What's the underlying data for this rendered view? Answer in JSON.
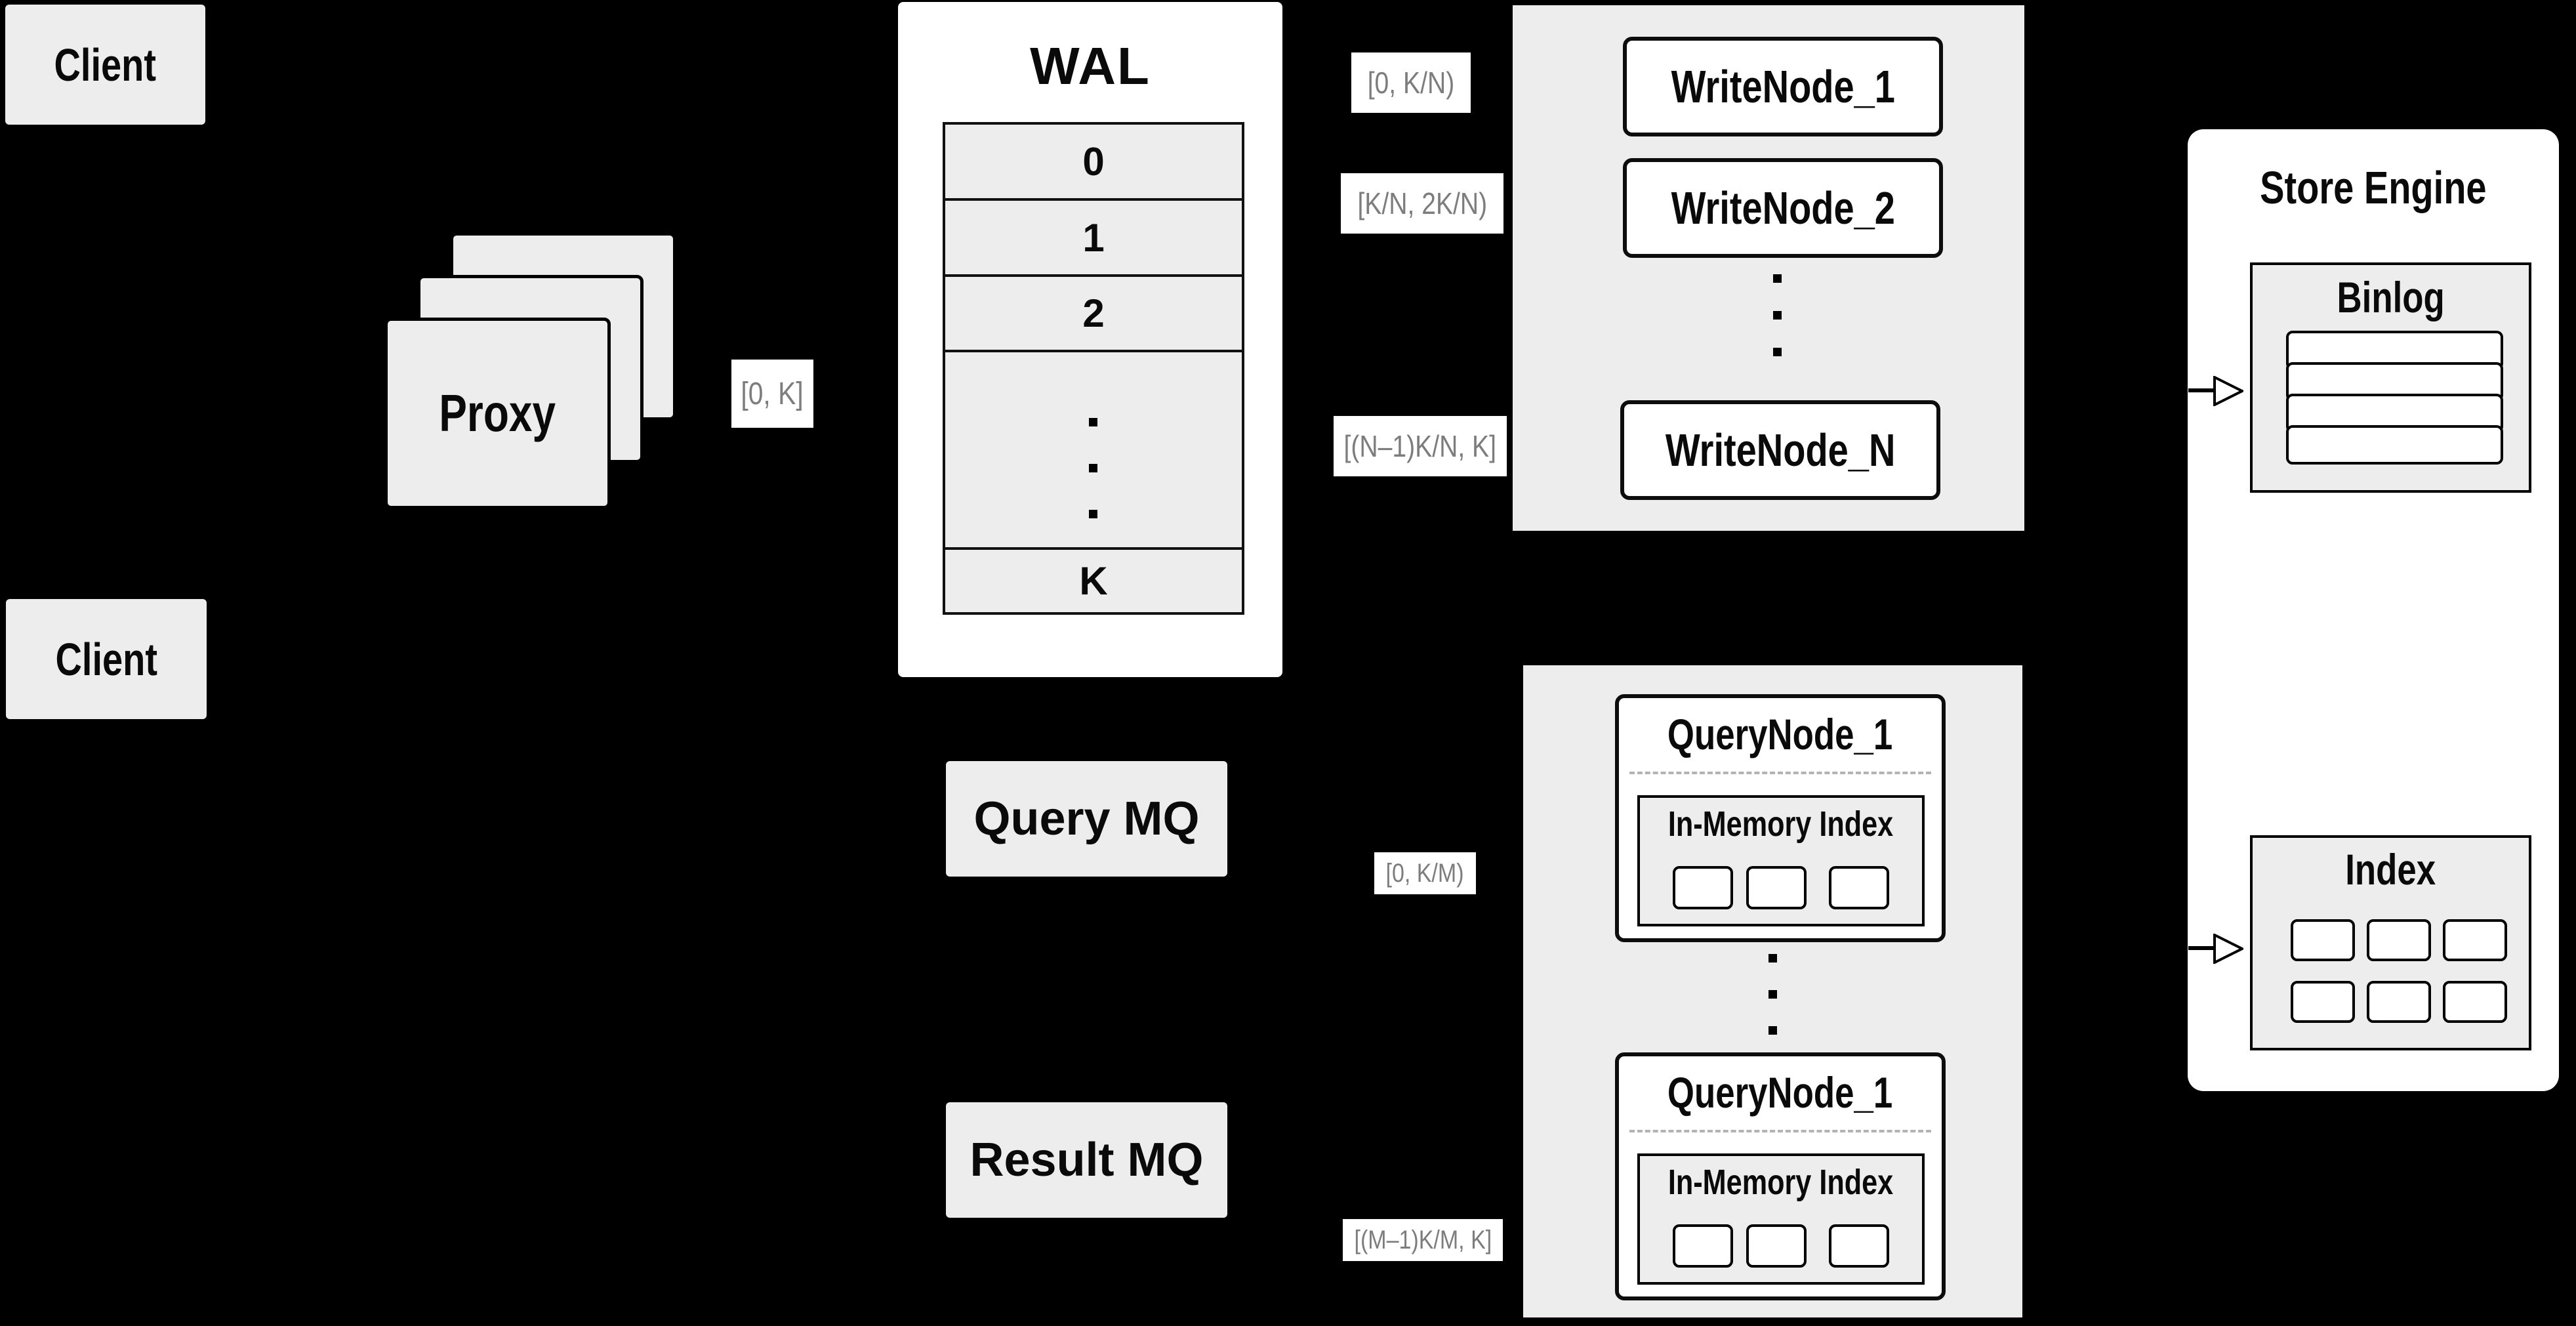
{
  "colors": {
    "background": "#000000",
    "container_fill": "#ededed",
    "node_fill": "#ffffff",
    "border": "#000000",
    "range_text": "#7d7d7d",
    "dashed_separator": "#b3b3b3"
  },
  "clients": {
    "top_label": "Client",
    "bottom_label": "Client"
  },
  "proxy": {
    "label": "Proxy"
  },
  "ranges": {
    "proxy_out": "[0, K]",
    "write_node1": "[0, K/N)",
    "write_node2": "[K/N, 2K/N)",
    "write_nodeN": "[(N–1)K/N, K]",
    "query_node1": "[0, K/M)",
    "query_nodeM": "[(M–1)K/M, K]"
  },
  "wal": {
    "title": "WAL",
    "rows": [
      "0",
      "1",
      "2"
    ],
    "last_row": "K"
  },
  "write_nodes": {
    "node1": "WriteNode_1",
    "node2": "WriteNode_2",
    "nodeN": "WriteNode_N"
  },
  "query_nodes": {
    "top_title": "QueryNode_1",
    "bottom_title": "QueryNode_1",
    "inmem_top": "In-Memory Index",
    "inmem_bottom": "In-Memory Index"
  },
  "mq": {
    "query_label": "Query MQ",
    "result_label": "Result MQ"
  },
  "store_engine": {
    "title": "Store Engine",
    "binlog_title": "Binlog",
    "index_title": "Index"
  }
}
